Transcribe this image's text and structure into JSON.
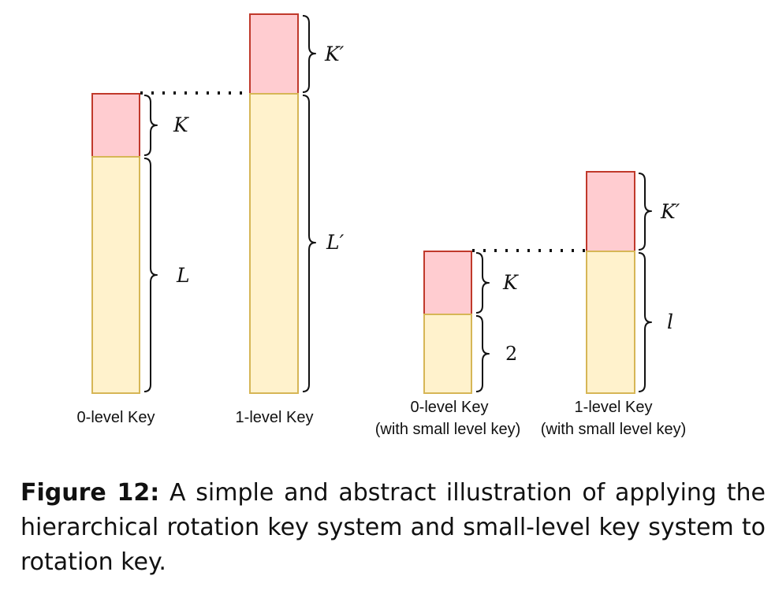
{
  "diagram": {
    "columns": [
      {
        "label": "0-level Key",
        "sublabel": "",
        "segments": [
          {
            "role": "top",
            "symbol": "K"
          },
          {
            "role": "bottom",
            "symbol": "L"
          }
        ]
      },
      {
        "label": "1-level Key",
        "sublabel": "",
        "segments": [
          {
            "role": "top",
            "symbol": "K′"
          },
          {
            "role": "bottom",
            "symbol": "L′"
          }
        ]
      },
      {
        "label": "0-level Key",
        "sublabel": "(with small level key)",
        "segments": [
          {
            "role": "top",
            "symbol": "K"
          },
          {
            "role": "bottom",
            "symbol": "2"
          }
        ]
      },
      {
        "label": "1-level Key",
        "sublabel": "(with small level key)",
        "segments": [
          {
            "role": "top",
            "symbol": "K′"
          },
          {
            "role": "bottom",
            "symbol": "l"
          }
        ]
      }
    ],
    "colors": {
      "top_fill": "#ffccd0",
      "top_stroke": "#c0392b",
      "bottom_fill": "#fff2cc",
      "bottom_stroke": "#d6b656"
    }
  },
  "caption": {
    "label": "Figure 12:",
    "text": " A simple and abstract illustration of applying the hierarchical rotation key system and small-level key system to rotation key."
  }
}
